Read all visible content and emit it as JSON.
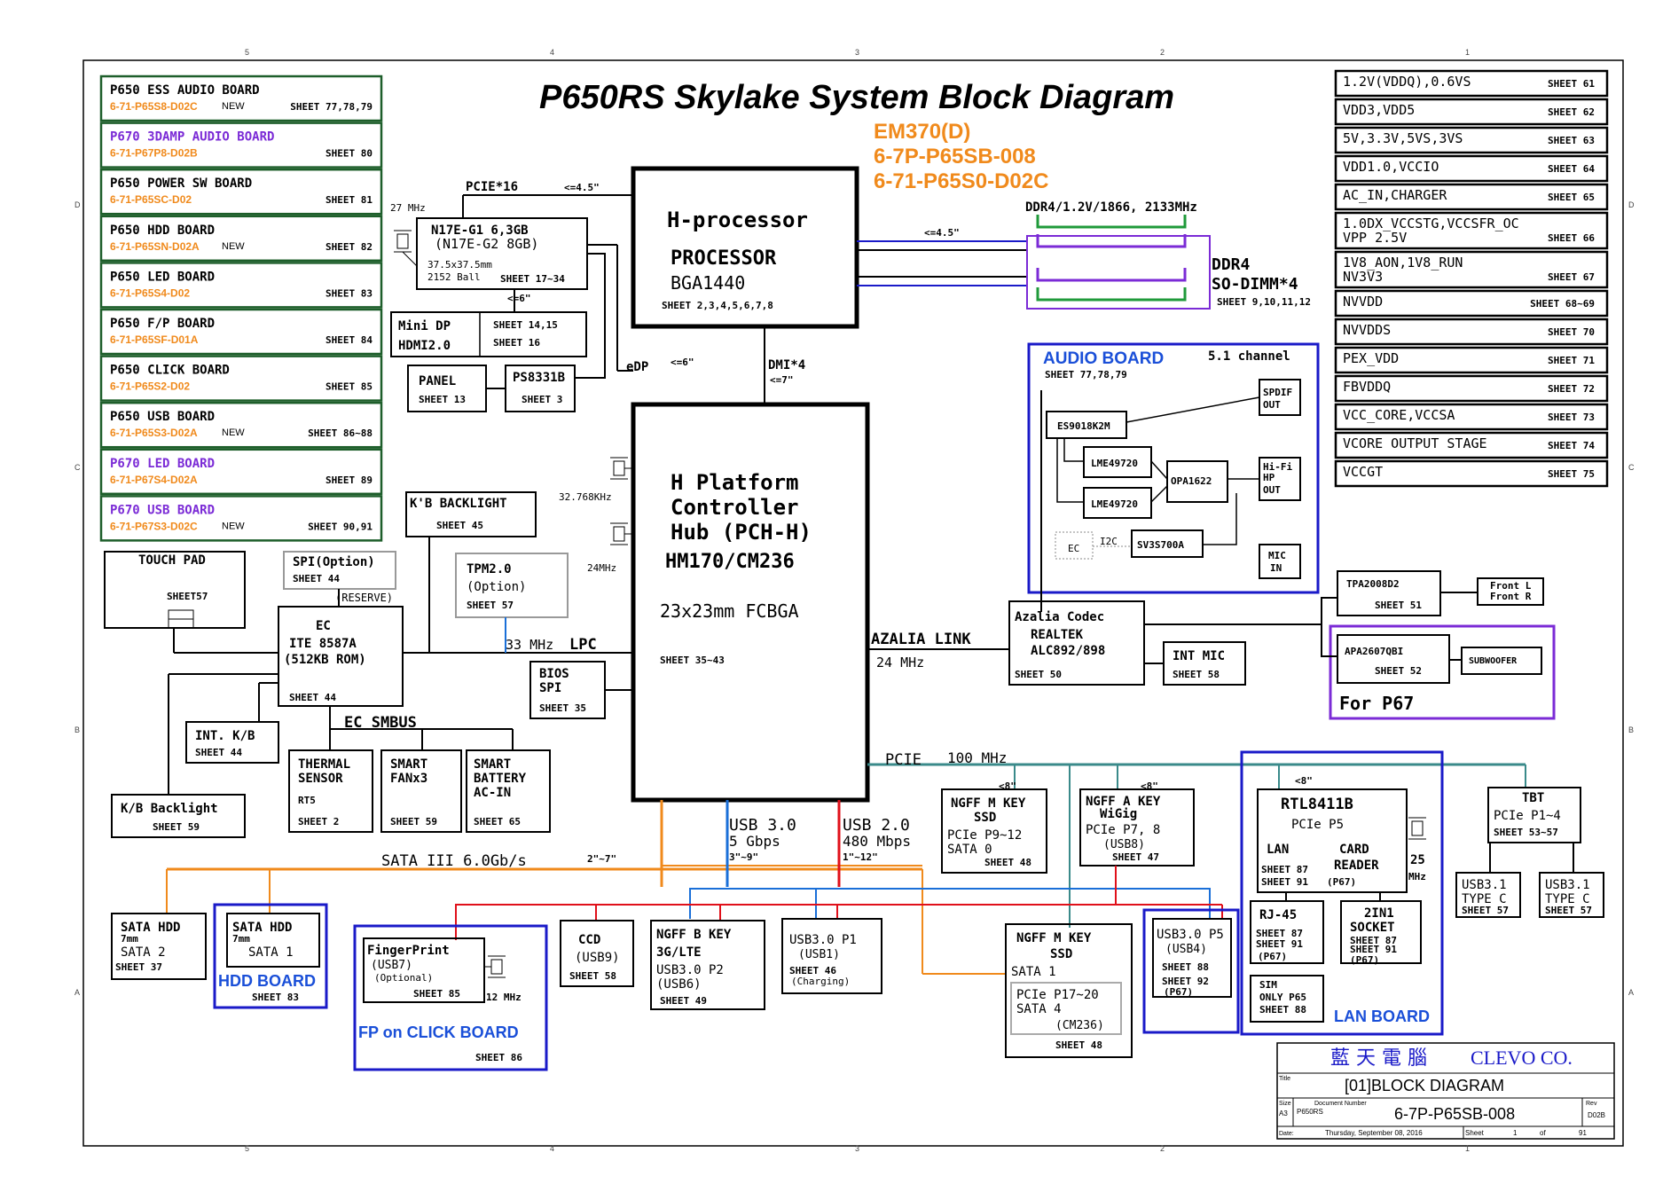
{
  "title": "P650RS Skylake System Block Diagram",
  "model_info": {
    "line1": "EM370(D)",
    "line2": "6-7P-P65SB-008",
    "line3": "6-71-P65S0-D02C"
  },
  "daughter_boards": [
    {
      "name": "P650 ESS AUDIO BOARD",
      "part": "6-71-P65S8-D02C",
      "tag": "NEW",
      "sheet": "SHEET 77,78,79",
      "name_color": "#000000"
    },
    {
      "name": "P670 3DAMP AUDIO BOARD",
      "part": "6-71-P67P8-D02B",
      "tag": "",
      "sheet": "SHEET 80",
      "name_color": "#7b2bd6"
    },
    {
      "name": "P650 POWER SW BOARD",
      "part": "6-71-P65SC-D02",
      "tag": "",
      "sheet": "SHEET 81",
      "name_color": "#000000"
    },
    {
      "name": "P650 HDD BOARD",
      "part": "6-71-P65SN-D02A",
      "tag": "NEW",
      "sheet": "SHEET 82",
      "name_color": "#000000"
    },
    {
      "name": "P650 LED BOARD",
      "part": "6-71-P65S4-D02",
      "tag": "",
      "sheet": "SHEET 83",
      "name_color": "#000000"
    },
    {
      "name": "P650 F/P BOARD",
      "part": "6-71-P65SF-D01A",
      "tag": "",
      "sheet": "SHEET 84",
      "name_color": "#000000"
    },
    {
      "name": "P650 CLICK BOARD",
      "part": "6-71-P65S2-D02",
      "tag": "",
      "sheet": "SHEET 85",
      "name_color": "#000000"
    },
    {
      "name": "P650 USB BOARD",
      "part": "6-71-P65S3-D02A",
      "tag": "NEW",
      "sheet": "SHEET 86~88",
      "name_color": "#000000"
    },
    {
      "name": "P670 LED BOARD",
      "part": "6-71-P67S4-D02A",
      "tag": "",
      "sheet": "SHEET 89",
      "name_color": "#7b2bd6"
    },
    {
      "name": "P670 USB BOARD",
      "part": "6-71-P67S3-D02C",
      "tag": "NEW",
      "sheet": "SHEET 90,91",
      "name_color": "#7b2bd6"
    }
  ],
  "power_sheets": [
    {
      "name": "1.2V(VDDQ),0.6VS",
      "sheet": "SHEET 61"
    },
    {
      "name": "VDD3,VDD5",
      "sheet": "SHEET 62"
    },
    {
      "name": "5V,3.3V,5VS,3VS",
      "sheet": "SHEET 63"
    },
    {
      "name": "VDD1.0,VCCIO",
      "sheet": "SHEET 64"
    },
    {
      "name": "AC_IN,CHARGER",
      "sheet": "SHEET 65"
    },
    {
      "name": "1.0DX_VCCSTG,VCCSFR_OC",
      "name2": "VPP 2.5V",
      "sheet": "SHEET 66"
    },
    {
      "name": "1V8_AON,1V8_RUN",
      "name2": "NV3V3",
      "sheet": "SHEET 67"
    },
    {
      "name": "NVVDD",
      "sheet": "SHEET 68~69"
    },
    {
      "name": "NVVDDS",
      "sheet": "SHEET 70"
    },
    {
      "name": "PEX_VDD",
      "sheet": "SHEET 71"
    },
    {
      "name": "FBVDDQ",
      "sheet": "SHEET 72"
    },
    {
      "name": "VCC_CORE,VCCSA",
      "sheet": "SHEET 73"
    },
    {
      "name": "VCORE OUTPUT STAGE",
      "sheet": "SHEET 74"
    },
    {
      "name": "VCCGT",
      "sheet": "SHEET 75"
    }
  ],
  "cpu": {
    "title": "H-processor",
    "name": "PROCESSOR",
    "pkg": "BGA1440",
    "sheet": "SHEET 2,3,4,5,6,7,8"
  },
  "pch": {
    "l1": "H Platform",
    "l2": "Controller",
    "l3": "Hub (PCH-H)",
    "model": "HM170/CM236",
    "pkg": "23x23mm FCBGA",
    "sheet": "SHEET 35~43"
  },
  "gpu": {
    "name": "N17E-G1 6,3GB",
    "alt": "(N17E-G2 8GB)",
    "size": "37.5x37.5mm",
    "ball": "2152 Ball",
    "sheet": "SHEET 17~34",
    "clock": "27 MHz"
  },
  "links": {
    "pcie16": "PCIE*16",
    "pcie16_speed": "<=4.5\"",
    "gpu_out": "<=6\"",
    "edp": "eDP",
    "edp_speed": "<=6\"",
    "dmi": "DMI*4",
    "dmi_speed": "<=7\"",
    "ddr_speed": "<=4.5\"",
    "ddr_spec": "DDR4/1.2V/1866, 2133MHz",
    "ddr_l1": "DDR4",
    "ddr_l2": "SO-DIMM*4",
    "ddr_sheet": "SHEET 9,10,11,12",
    "azalia": "AZALIA LINK",
    "azalia_clk": "24 MHz",
    "lpc_clk": "33 MHz",
    "lpc": "LPC",
    "clk32k": "32.768KHz",
    "clk24m": "24MHz",
    "pcie": "PCIE",
    "pcie_clk": "100 MHz",
    "usb3": "USB 3.0",
    "usb3_speed": "5 Gbps",
    "usb3_len": "3\"~9\"",
    "usb2": "USB 2.0",
    "usb2_speed": "480 Mbps",
    "usb2_len": "1\"~12\"",
    "sata": "SATA III 6.0Gb/s",
    "sata_len": "2\"~7\"",
    "ec_smbus": "EC SMBUS",
    "len8a": "<8\"",
    "len8b": "<8\"",
    "len8c": "<8\""
  },
  "display": {
    "minidp": "Mini DP",
    "hdmi": "HDMI2.0",
    "s1": "SHEET 14,15",
    "s2": "SHEET 16",
    "panel": "PANEL",
    "panel_sheet": "SHEET 13",
    "ps": "PS8331B",
    "ps_sheet": "SHEET 3"
  },
  "ec": {
    "t1": "EC",
    "t2": "ITE 8587A",
    "t3": "(512KB ROM)",
    "sheet": "SHEET 44"
  },
  "left": {
    "touchpad": "TOUCH PAD",
    "touchpad_sheet": "SHEET57",
    "spi": "SPI(Option)",
    "spi_sheet": "SHEET 44",
    "reserve": "(RESERVE)",
    "kbbl": "K'B BACKLIGHT",
    "kbbl_sheet": "SHEET 45",
    "tpm": "TPM2.0",
    "tpm_opt": "(Option)",
    "tpm_sheet": "SHEET 57",
    "bios1": "BIOS",
    "bios2": "SPI",
    "bios_sheet": "SHEET 35",
    "intkb": "INT. K/B",
    "intkb_sheet": "SHEET 44",
    "kbl": "K/B Backlight",
    "kbl_sheet": "SHEET 59",
    "th1": "THERMAL",
    "th2": "SENSOR",
    "th3": "RT5",
    "th_sheet": "SHEET 2",
    "fan1": "SMART",
    "fan2": "FANx3",
    "fan_sheet": "SHEET 59",
    "bat1": "SMART",
    "bat2": "BATTERY",
    "bat3": "AC-IN",
    "bat_sheet": "SHEET 65"
  },
  "audio": {
    "board": "AUDIO BOARD",
    "board_sheet": "SHEET 77,78,79",
    "channel": "5.1 channel",
    "ess": "ES9018K2M",
    "lme1": "LME49720",
    "lme2": "LME49720",
    "opa": "OPA1622",
    "spdif1": "SPDIF",
    "spdif2": "OUT",
    "hifi1": "Hi-Fi",
    "hifi2": "HP",
    "hifi3": "OUT",
    "ec": "EC",
    "i2c": "I2C",
    "sv": "SV3S700A",
    "mic1": "MIC",
    "mic2": "IN",
    "codec1": "Azalia Codec",
    "codec2": "REALTEK",
    "codec3": "ALC892/898",
    "codec_sheet": "SHEET 50",
    "intmic": "INT MIC",
    "intmic_sheet": "SHEET 58",
    "tpa": "TPA2008D2",
    "tpa_sheet": "SHEET 51",
    "front1": "Front L",
    "front2": "Front R",
    "apa": "APA2607QBI",
    "apa_sheet": "SHEET 52",
    "sub": "SUBWOOFER",
    "forp67": "For P67"
  },
  "pcie_devices": {
    "ngffm1_1": "NGFF M KEY",
    "ngffm1_2": "SSD",
    "ngffm1_3": "PCIe P9~12",
    "ngffm1_4": "SATA 0",
    "ngffm1_sheet": "SHEET 48",
    "ngffa1": "NGFF A KEY",
    "ngffa2": "WiGig",
    "ngffa3": "PCIe P7, 8",
    "ngffa4": "(USB8)",
    "ngffa_sheet": "SHEET 47",
    "rtl": "RTL8411B",
    "rtl_pcie": "PCIe P5",
    "lan": "LAN",
    "card1": "CARD",
    "card2": "READER",
    "rtl_s1": "SHEET 87",
    "rtl_s2": "SHEET 91",
    "rtl_p67": "(P67)",
    "clk25": "25",
    "clk25b": "MHz",
    "tbt": "TBT",
    "tbt_pcie": "PCIe P1~4",
    "tbt_sheet": "SHEET 53~57",
    "usbc1a": "USB3.1",
    "usbc1b": "TYPE C",
    "usbc1s": "SHEET 57",
    "usbc2a": "USB3.1",
    "usbc2b": "TYPE C",
    "usbc2s": "SHEET 57"
  },
  "bottom": {
    "hdd2a": "SATA HDD",
    "hdd2b": "7mm",
    "hdd2c": "SATA 2",
    "hdd2s": "SHEET 37",
    "hdd1a": "SATA HDD",
    "hdd1b": "7mm",
    "hdd1c": "SATA 1",
    "hdd1s": "SHEET 83",
    "hddboard": "HDD BOARD",
    "fp1": "FingerPrint",
    "fp2": "(USB7)",
    "fp3": "(Optional)",
    "fp_sheet": "SHEET 85",
    "fp_clk": "12 MHz",
    "fpboard": "FP on CLICK BOARD",
    "fpboard_sheet": "SHEET 86",
    "ccd": "CCD",
    "ccd2": "(USB9)",
    "ccd_sheet": "SHEET 58",
    "ngffb1": "NGFF B KEY",
    "ngffb2": "3G/LTE",
    "ngffb3": "USB3.0 P2",
    "ngffb4": "(USB6)",
    "ngffb_sheet": "SHEET 49",
    "usbp1a": "USB3.0 P1",
    "usbp1b": "(USB1)",
    "usbp1s": "SHEET 46",
    "usbp1c": "(Charging)",
    "ngffm2_1": "NGFF M KEY",
    "ngffm2_2": "SSD",
    "ngffm2_3": "SATA 1",
    "ngffm2_4": "PCIe P17~20",
    "ngffm2_5": "SATA 4",
    "ngffm2_6": "(CM236)",
    "ngffm2_sheet": "SHEET 48",
    "usbp5a": "USB3.0 P5",
    "usbp5b": "(USB4)",
    "usbp5s1": "SHEET 88",
    "usbp5s2": "SHEET 92",
    "usbp5p": "(P67)",
    "rj1": "RJ-45",
    "rj_s1": "SHEET 87",
    "rj_s2": "SHEET 91",
    "rj_p": "(P67)",
    "sock1": "2IN1",
    "sock2": "SOCKET",
    "sock_s1": "SHEET 87",
    "sock_s2": "SHEET 91",
    "sock_p": "(P67)",
    "sim1": "SIM",
    "sim2": "ONLY P65",
    "sim_sheet": "SHEET 88",
    "lanboard": "LAN BOARD"
  },
  "titleblock": {
    "company_cn": "藍 天 電 腦",
    "company_en": "CLEVO CO.",
    "title_label": "Title",
    "title": "[01]BLOCK DIAGRAM",
    "size_label": "Size",
    "size": "A3",
    "docnum_label": "Document Number",
    "model": "P650RS",
    "docnum": "6-7P-P65SB-008",
    "rev_label": "Rev",
    "rev": "D02B",
    "date_label": "Date:",
    "date": "Thursday, September 08, 2016",
    "sheet_label": "Sheet",
    "sheet": "1",
    "of_label": "of",
    "total": "91"
  },
  "frame_cols": [
    "5",
    "4",
    "3",
    "2",
    "1"
  ],
  "frame_rows": [
    "D",
    "C",
    "B",
    "A"
  ]
}
